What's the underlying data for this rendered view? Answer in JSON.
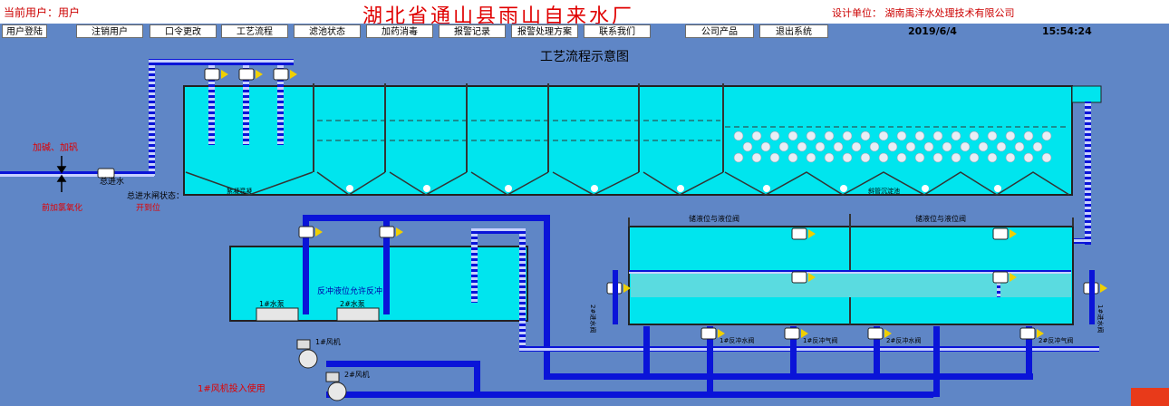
{
  "header": {
    "current_user": "当前用户：用户",
    "title": "湖北省通山县雨山自来水厂",
    "design_unit": "设计单位：  湖南禹洋水处理技术有限公司"
  },
  "menu": [
    "用户登陆",
    "注销用户",
    "口令更改",
    "工艺流程",
    "滤池状态",
    "加药消毒",
    "报警记录",
    "报警处理方案",
    "联系我们",
    "公司产品",
    "退出系统"
  ],
  "datetime": {
    "date": "2019/6/4",
    "time": "15:54:24"
  },
  "diagram": {
    "title": "工艺流程示意图",
    "labels": {
      "add_alkali": "加碱、加矾",
      "pre_chlorine": "前加氯氧化",
      "main_inlet": "总进水",
      "main_inlet_gate": "总进水闸状态：",
      "open_pos": "开到位",
      "mix_zone": "絮凝混凝",
      "incline_zone": "斜管沉淀池",
      "tank_left": "储液位与液位阀",
      "tank_right": "储液位与液位阀",
      "backwash": "反冲液位允许反冲",
      "pump1": "1#水泵",
      "pump2": "2#水泵",
      "fan1": "1#风机",
      "fan2": "2#风机",
      "fan_note": "1#风机投入使用",
      "valve_left": "2#进水阀",
      "valve_right": "1#进水阀",
      "val1": "1#反冲水阀",
      "val2": "1#反冲气阀",
      "val3": "2#反冲水阀",
      "val4": "2#反冲气阀"
    }
  },
  "colors": {
    "background": "#5f86c6",
    "water": "#00e5ee",
    "pipe": "#0a14d8",
    "accent_red": "#e00000"
  }
}
